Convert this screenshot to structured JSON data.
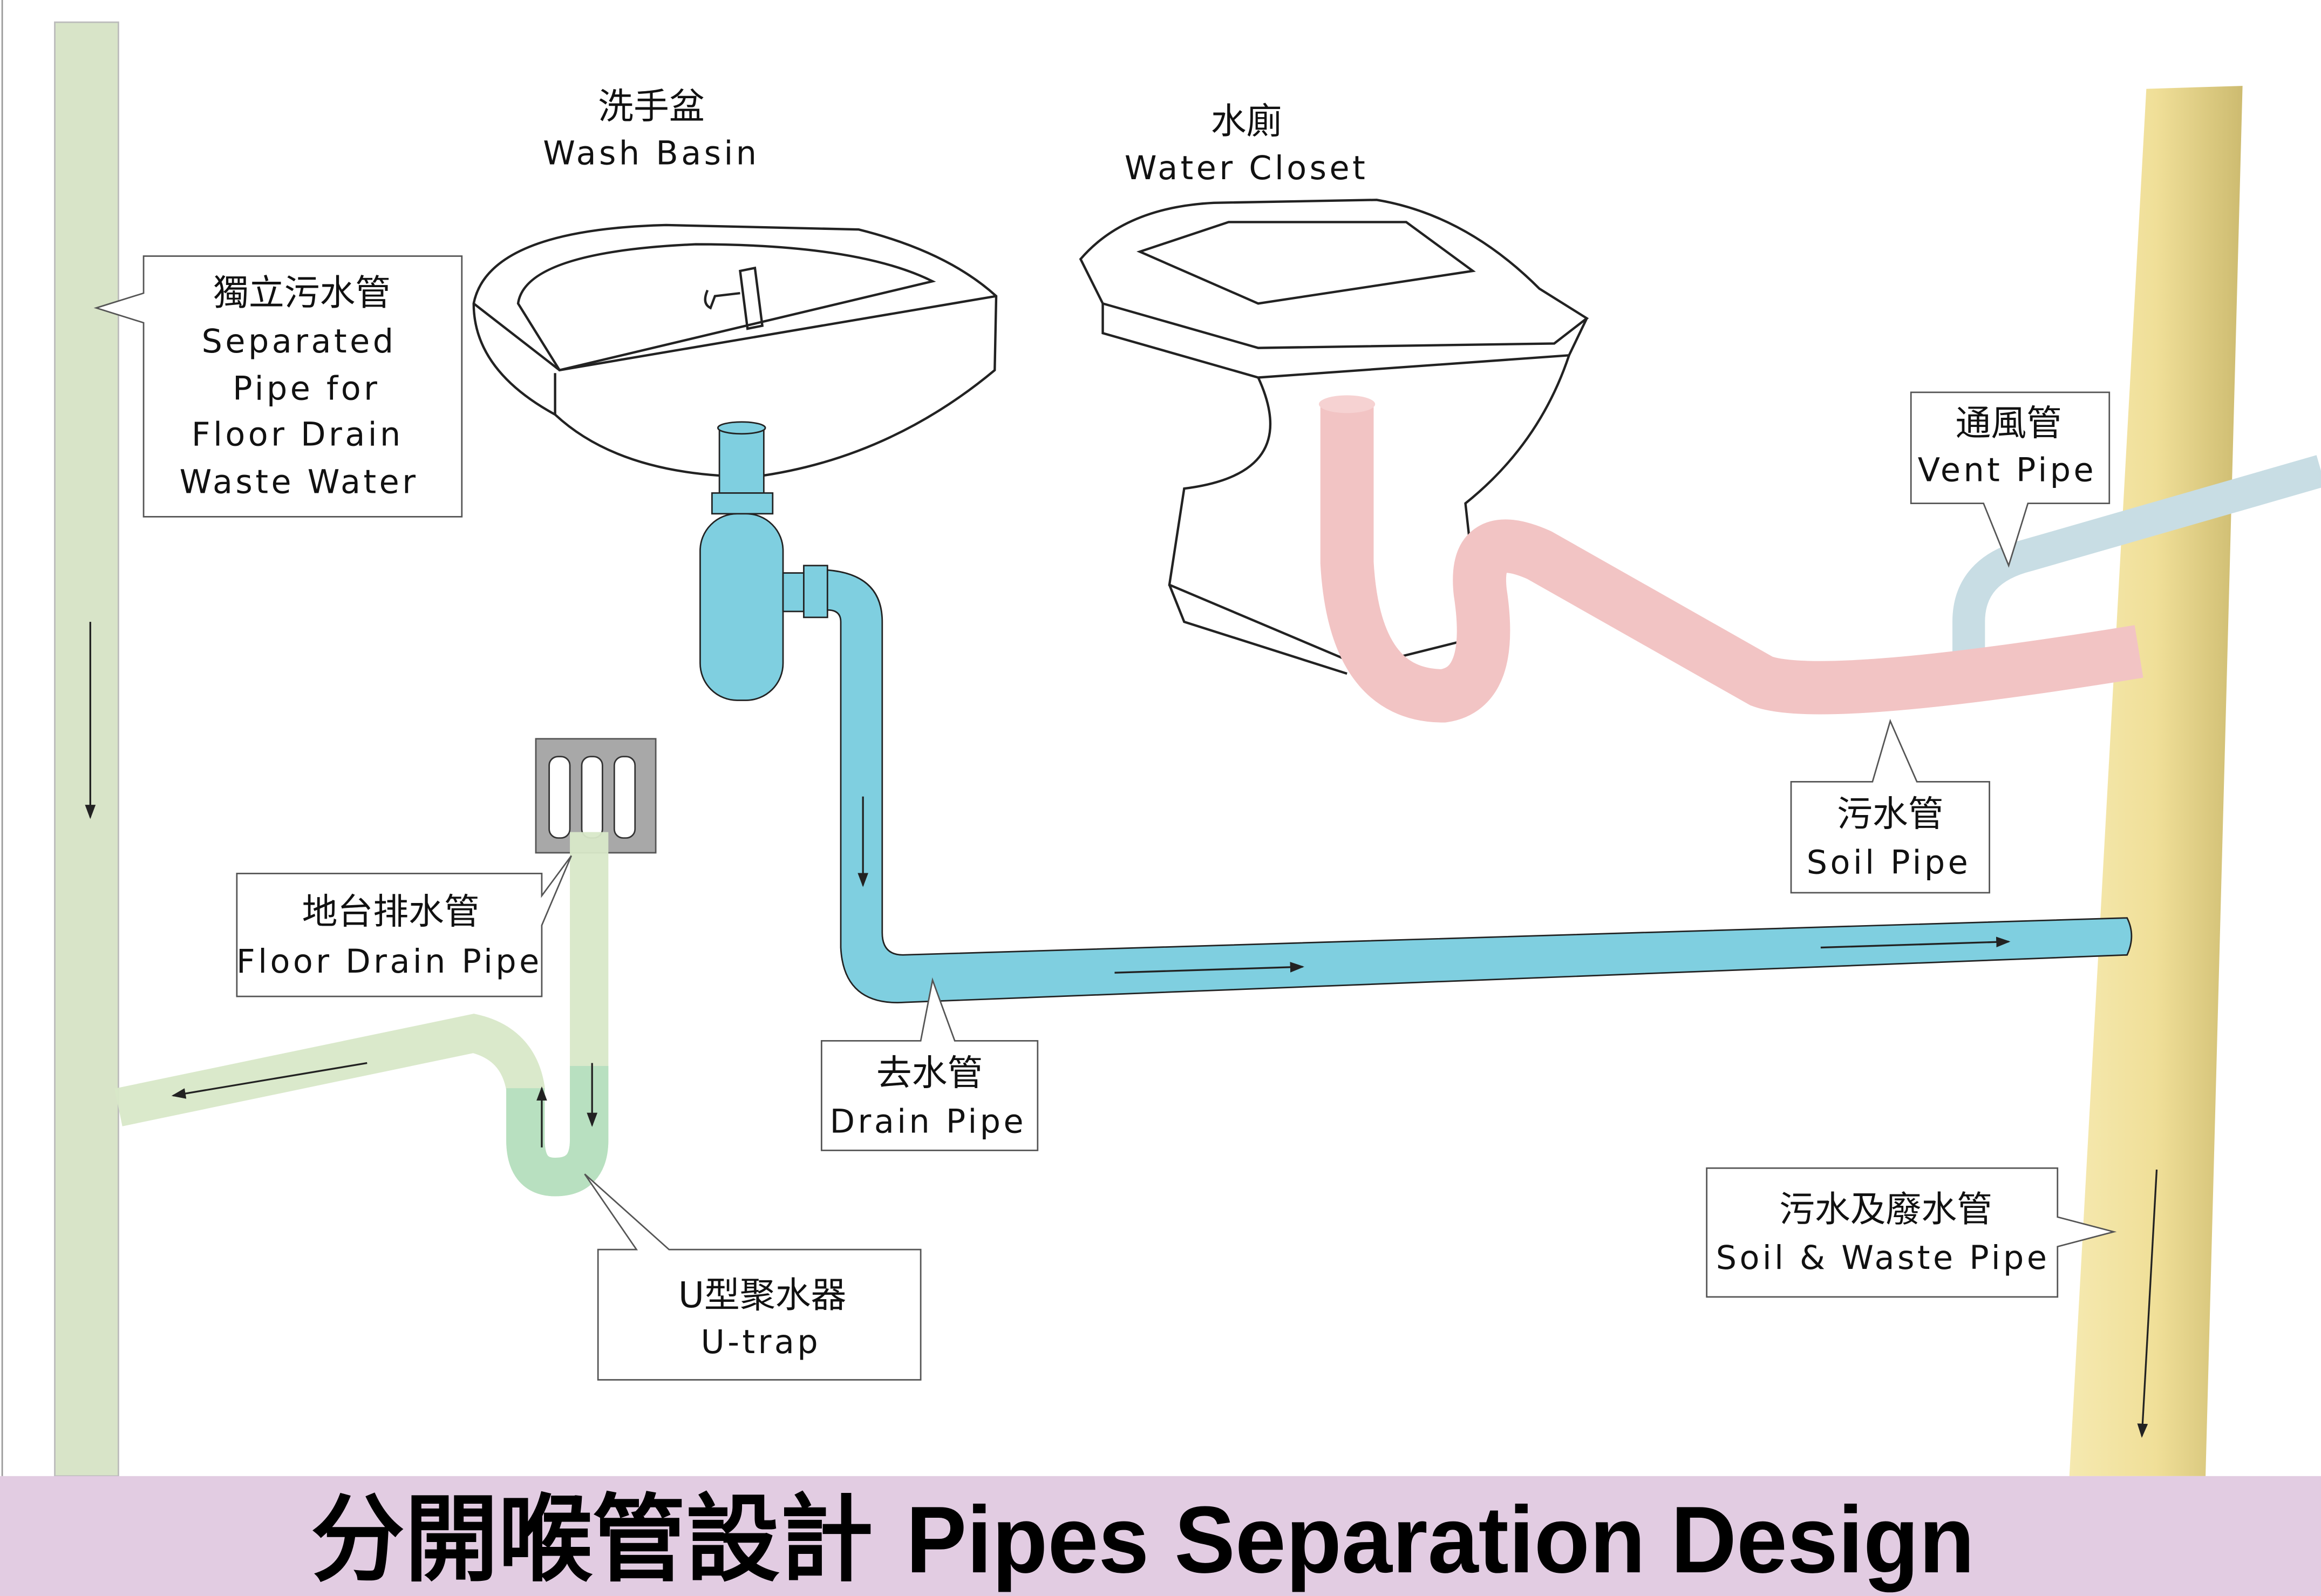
{
  "labels": {
    "wash_basin": {
      "zh": "洗手盆",
      "en": "Wash Basin"
    },
    "water_closet": {
      "zh": "水廁",
      "en": "Water Closet"
    },
    "separated_pipe": {
      "zh": "獨立污水管",
      "en1": "Separated",
      "en2": "Pipe for",
      "en3": "Floor Drain",
      "en4": "Waste Water"
    },
    "vent_pipe": {
      "zh": "通風管",
      "en": "Vent Pipe"
    },
    "soil_pipe": {
      "zh": "污水管",
      "en": "Soil Pipe"
    },
    "floor_drain_pipe": {
      "zh": "地台排水管",
      "en": "Floor Drain Pipe"
    },
    "drain_pipe": {
      "zh": "去水管",
      "en": "Drain Pipe"
    },
    "u_trap": {
      "zh": "U型聚水器",
      "en": "U-trap"
    },
    "soil_waste_pipe": {
      "zh": "污水及廢水管",
      "en": "Soil & Waste Pipe"
    }
  },
  "title": {
    "zh": "分開喉管設計",
    "en": "Pipes Separation Design"
  },
  "colors": {
    "drain": "#7fcfe0",
    "soil": "#f2c4c4",
    "stack": "#f0e3a0",
    "floor": "#d8e8c8",
    "vent": "#c8dde4",
    "title_bg": "#e2cce2"
  }
}
